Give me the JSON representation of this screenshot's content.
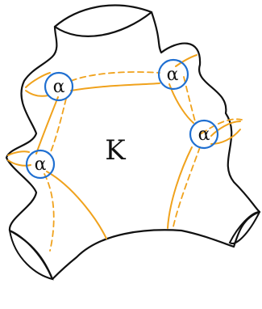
{
  "diagram": {
    "center_label": "K",
    "knot_labels": [
      "α",
      "α",
      "α",
      "α"
    ]
  },
  "colors": {
    "outline": "#111111",
    "orange": "#f0a21c",
    "blue": "#1f6fd1"
  }
}
